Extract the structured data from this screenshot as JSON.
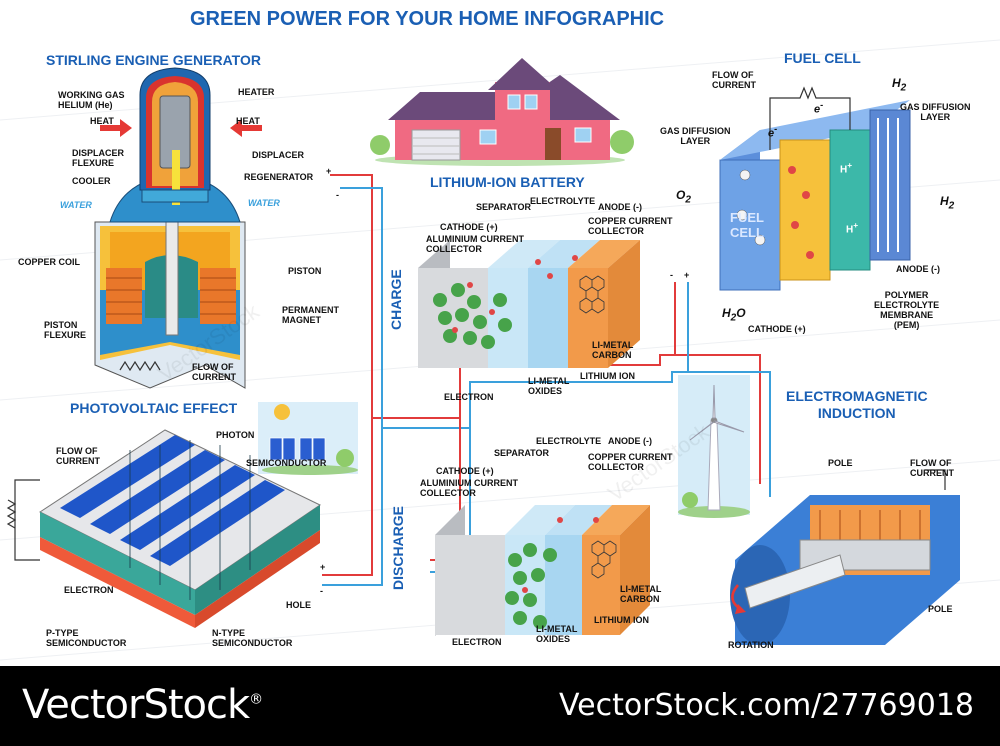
{
  "title": "GREEN POWER FOR YOUR HOME INFOGRAPHIC",
  "stirling": {
    "heading": "STIRLING ENGINE GENERATOR",
    "working_gas": "WORKING GAS",
    "helium": "HELIUM (He)",
    "heat_left": "HEAT",
    "heat_right": "HEAT",
    "heater": "HEATER",
    "displacer_flexure": "DISPLACER",
    "flexure": "FLEXURE",
    "displacer": "DISPLACER",
    "cooler": "COOLER",
    "regenerator": "REGENERATOR",
    "water_left": "WATER",
    "water_right": "WATER",
    "copper_coil": "COPPER COIL",
    "piston": "PISTON",
    "permanent": "PERMANENT",
    "magnet": "MAGNET",
    "piston_flexure_1": "PISTON",
    "piston_flexure_2": "FLEXURE",
    "flow_of": "FLOW OF",
    "current": "CURRENT"
  },
  "photovoltaic": {
    "heading": "PHOTOVOLTAIC  EFFECT",
    "flow_of": "FLOW OF",
    "current": "CURRENT",
    "photon": "PHOTON",
    "semiconductor_label": "SEMICONDUCTOR",
    "electron": "ELECTRON",
    "hole": "HOLE",
    "p_type": "P-TYPE",
    "p_semiconductor": "SEMICONDUCTOR",
    "n_type": "N-TYPE",
    "n_semiconductor": "SEMICONDUCTOR"
  },
  "battery": {
    "heading": "LITHIUM-ION BATTERY",
    "charge": "CHARGE",
    "discharge": "DISCHARGE",
    "separator": "SEPARATOR",
    "electrolyte": "ELECTROLYTE",
    "anode": "ANODE (-)",
    "cathode_charge": "CATHODE (+)",
    "cathode_discharge": "CATHODE (+)",
    "aluminium_1": "ALUMINIUM CURRENT",
    "aluminium_2": "COLLECTOR",
    "copper_1": "COPPER CURRENT",
    "copper_2": "COLLECTOR",
    "li_metal_1": "LI-METAL",
    "li_metal_2": "CARBON",
    "lithium_ion": "LITHIUM ION",
    "li_oxides_1": "LI-METAL",
    "li_oxides_2": "OXIDES",
    "electron": "ELECTRON"
  },
  "fuel_cell": {
    "heading": "FUEL CELL",
    "flow_of": "FLOW OF",
    "current": "CURRENT",
    "gas_diffusion_left_1": "GAS DIFFUSION",
    "gas_diffusion_left_2": "LAYER",
    "gas_diffusion_right_1": "GAS DIFFUSION",
    "gas_diffusion_right_2": "LAYER",
    "h2_top": "H",
    "h2_right": "H",
    "o2": "O",
    "h2o": "H",
    "h2o_tail": "O",
    "sub2": "2",
    "e_minus": "e",
    "minus": "-",
    "h_plus": "H",
    "plus": "+",
    "anode": "ANODE (-)",
    "cathode": "CATHODE (+)",
    "polymer": "POLYMER",
    "electrolyte": "ELECTROLYTE",
    "membrane": "MEMBRANE",
    "pem": "(PEM)",
    "cell_word_1": "FUEL",
    "cell_word_2": "CELL"
  },
  "induction": {
    "heading_1": "ELECTROMAGNETIC",
    "heading_2": "INDUCTION",
    "pole_top": "POLE",
    "pole_bottom": "POLE",
    "flow_of": "FLOW OF",
    "current": "CURRENT",
    "rotation": "ROTATION"
  },
  "wire_signs": {
    "plus": "+",
    "minus": "-"
  },
  "watermark": "VectorStock",
  "footer": {
    "brand": "VectorStock",
    "registered": "®",
    "id": "VectorStock.com/27769018"
  },
  "colors": {
    "title_blue": "#1a5fb4",
    "wire_red": "#e23b3b",
    "wire_blue": "#3aa0dc",
    "footer_bg": "#000000"
  }
}
